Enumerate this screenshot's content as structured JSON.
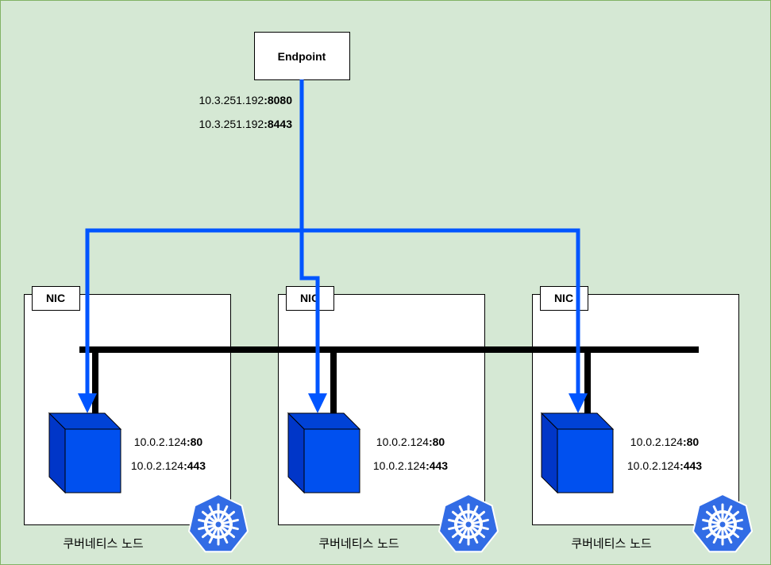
{
  "endpoint": {
    "label": "Endpoint",
    "addr1_ip": "10.3.251.192",
    "addr1_port": ":8080",
    "addr2_ip": "10.3.251.192",
    "addr2_port": ":8443"
  },
  "nodes": [
    {
      "nic": "NIC",
      "ip80": "10.0.2.124",
      "port80": ":80",
      "ip443": "10.0.2.124",
      "port443": ":443",
      "label": "쿠버네티스 노드"
    },
    {
      "nic": "NIC",
      "ip80": "10.0.2.124",
      "port80": ":80",
      "ip443": "10.0.2.124",
      "port443": ":443",
      "label": "쿠버네티스 노드"
    },
    {
      "nic": "NIC",
      "ip80": "10.0.2.124",
      "port80": ":80",
      "ip443": "10.0.2.124",
      "port443": ":443",
      "label": "쿠버네티스 노드"
    }
  ],
  "colors": {
    "background": "#d5e8d4",
    "border": "#82b366",
    "arrow": "#0055ff",
    "cube_front": "#0050ef",
    "cube_dark": "#0036c8",
    "k8s": "#326ce5"
  },
  "icons": [
    "kubernetes-icon"
  ]
}
